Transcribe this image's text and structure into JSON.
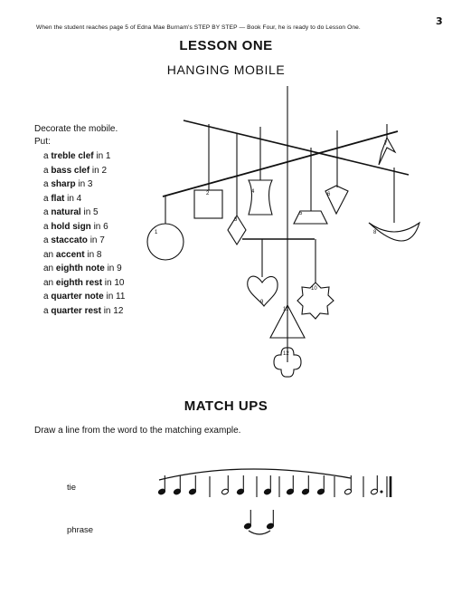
{
  "header": {
    "intro": "When the student reaches page 5 of Edna Mae Burnam's STEP BY STEP — Book Four, he is ready to do Lesson One.",
    "page_number": "3"
  },
  "lesson": {
    "title": "LESSON ONE",
    "subtitle": "HANGING MOBILE",
    "instruction": "Decorate the mobile.",
    "put_label": "Put:",
    "items": [
      {
        "article": "a",
        "term": "treble clef",
        "suffix": " in 1"
      },
      {
        "article": "a",
        "term": "bass clef",
        "suffix": " in 2"
      },
      {
        "article": "a",
        "term": "sharp",
        "suffix": " in 3"
      },
      {
        "article": "a",
        "term": "flat",
        "suffix": " in 4"
      },
      {
        "article": "a",
        "term": "natural",
        "suffix": " in 5"
      },
      {
        "article": "a",
        "term": "hold sign",
        "suffix": " in 6"
      },
      {
        "article": "a",
        "term": "staccato",
        "suffix": " in 7"
      },
      {
        "article": "an",
        "term": "accent",
        "suffix": " in 8"
      },
      {
        "article": "an",
        "term": "eighth note",
        "suffix": " in 9"
      },
      {
        "article": "an",
        "term": "eighth rest",
        "suffix": " in 10"
      },
      {
        "article": "a",
        "term": "quarter note",
        "suffix": " in 11"
      },
      {
        "article": "a",
        "term": "quarter rest",
        "suffix": " in 12"
      }
    ],
    "mobile_numbers": [
      "1",
      "2",
      "3",
      "4",
      "5",
      "6",
      "7",
      "8",
      "9",
      "10",
      "11",
      "12"
    ]
  },
  "match_ups": {
    "title": "MATCH UPS",
    "instruction": "Draw a line from the word to the matching example.",
    "words": [
      "tie",
      "phrase"
    ]
  }
}
